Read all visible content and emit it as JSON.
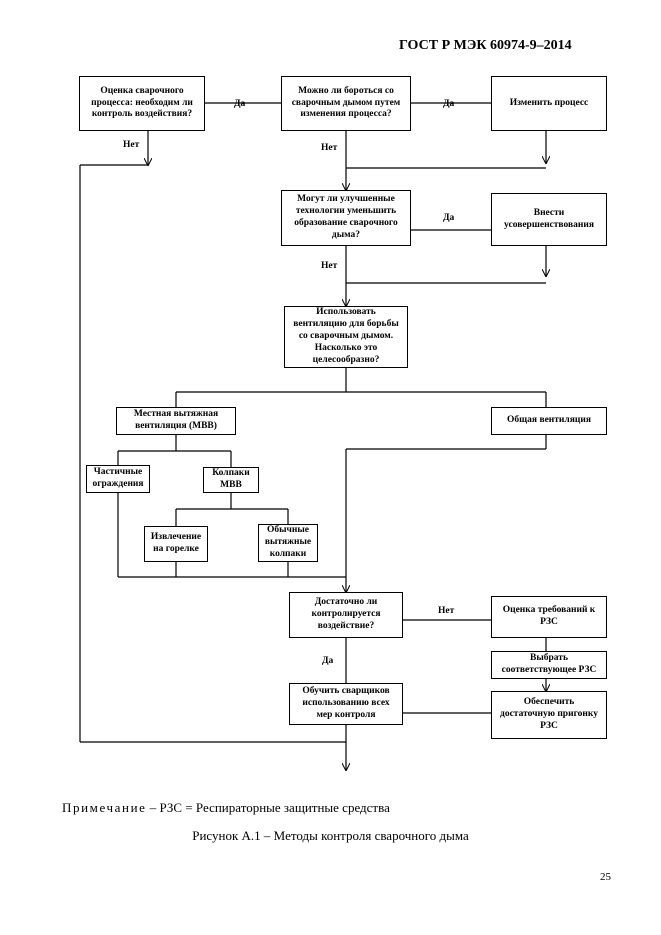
{
  "header": "ГОСТ Р МЭК 60974-9–2014",
  "boxes": {
    "assess": "Оценка сварочного процесса: необходим ли контроль воздействия?",
    "change_q": "Можно ли бороться со сварочным дымом путем изменения процесса?",
    "change": "Изменить процесс",
    "tech_q": "Могут ли улучшенные технологии уменьшить образование сварочного дыма?",
    "improve": "Внести усовершенствования",
    "vent_q": "Использовать вентиляцию для борьбы со сварочным дымом. Насколько это целесообразно?",
    "lev": "Местная вытяжная вентиляция (МВВ)",
    "general": "Общая вентиляция",
    "partial": "Частичные ограждения",
    "hoods": "Колпаки МВВ",
    "torch": "Извлечение на горелке",
    "ordinary": "Обычные вытяжные колпаки",
    "control_q": "Достаточно ли контролируется воздействие?",
    "rpe_req": "Оценка требований к РЗС",
    "rpe_select": "Выбрать соответствующее РЗС",
    "rpe_fit": "Обеспечить достаточную пригонку РЗС",
    "train": "Обучить сварщиков использованию всех мер контроля"
  },
  "labels": {
    "yes1": "Да",
    "yes2": "Да",
    "yes3": "Да",
    "yes4": "Да",
    "no1": "Нет",
    "no2": "Нет",
    "no3": "Нет",
    "no4": "Нет"
  },
  "note_prefix": "Примечание",
  "note_text": " – РЗС = Респираторные защитные средства",
  "caption": "Рисунок А.1 – Методы контроля сварочного дыма",
  "page_number": "25"
}
